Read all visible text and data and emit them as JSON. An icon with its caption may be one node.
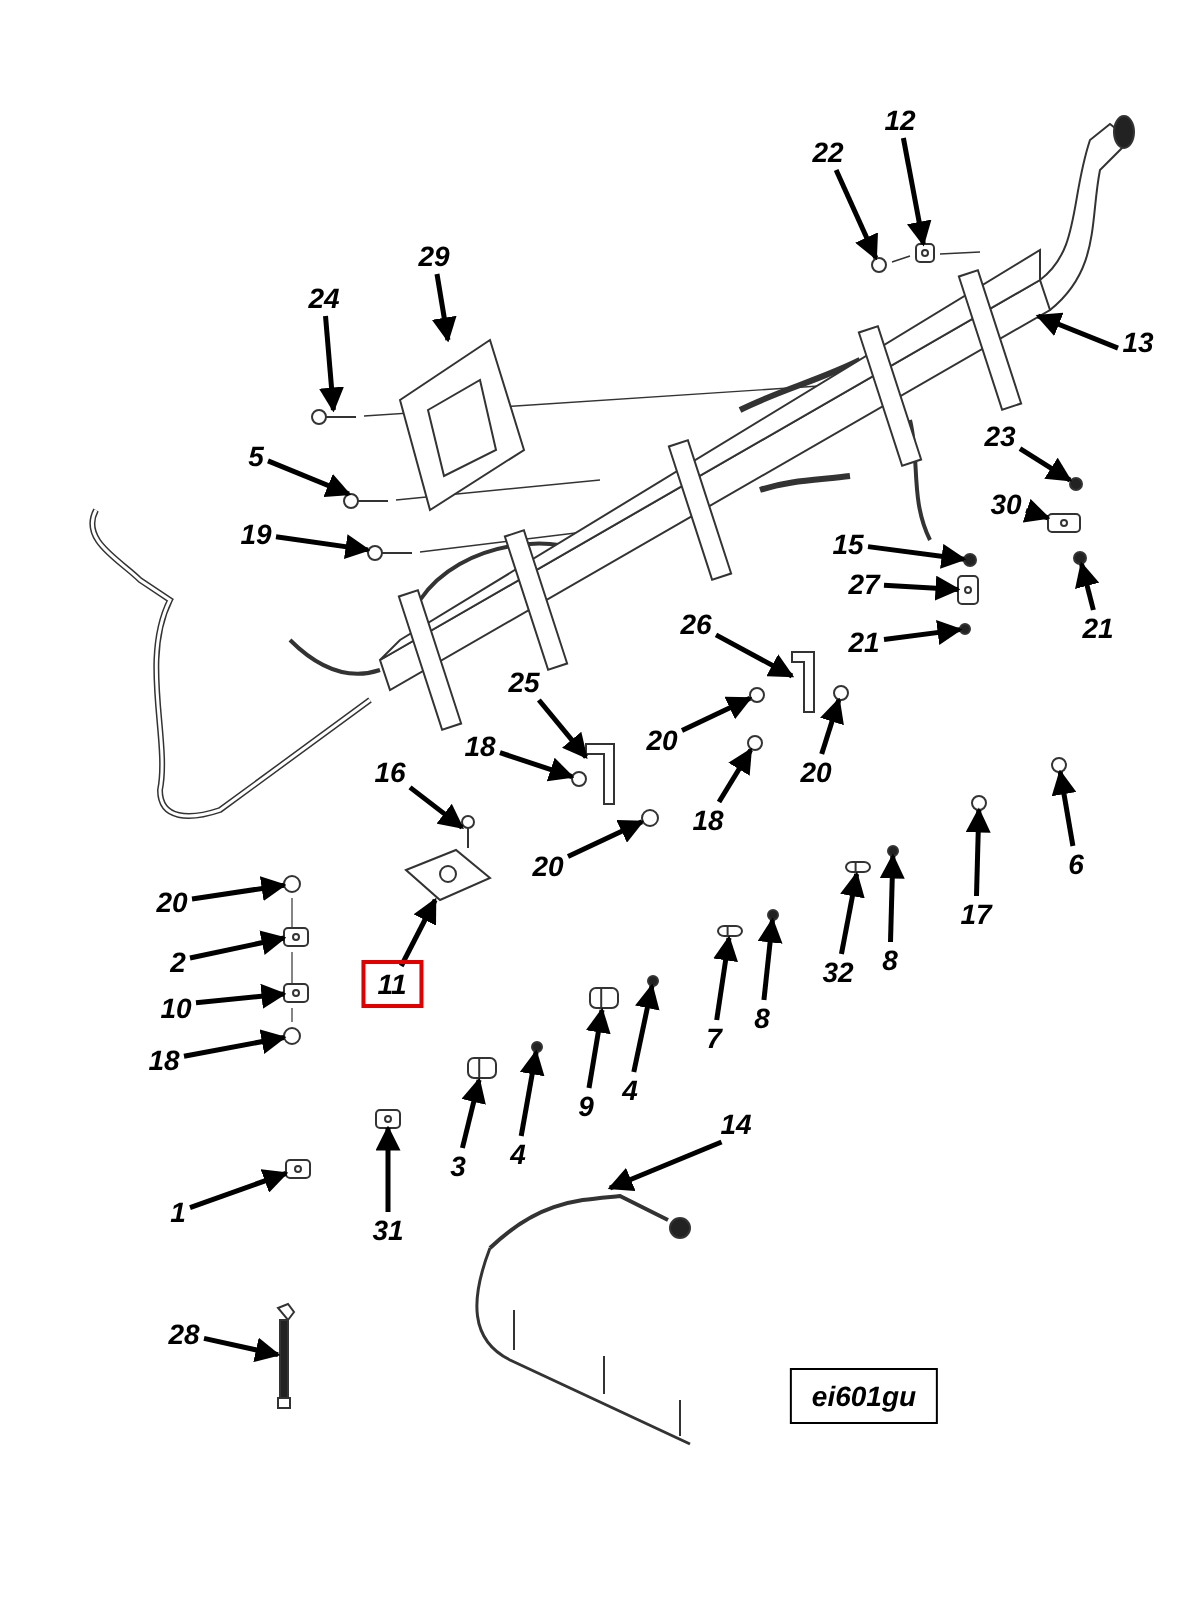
{
  "diagram": {
    "nodes": [
      {
        "text": [
          "12"
        ]
      },
      {
        "text": [
          "22"
        ]
      },
      {
        "text": [
          "13"
        ]
      },
      {
        "text": [
          "29"
        ]
      },
      {
        "text": [
          "24"
        ]
      },
      {
        "text": [
          "5"
        ]
      },
      {
        "text": [
          "19"
        ]
      },
      {
        "text": [
          "23"
        ]
      },
      {
        "text": [
          "30"
        ]
      },
      {
        "text": [
          "15"
        ]
      },
      {
        "text": [
          "27"
        ]
      },
      {
        "text": [
          "21"
        ]
      },
      {
        "text": [
          "21"
        ]
      },
      {
        "text": [
          "26"
        ]
      },
      {
        "text": [
          "25"
        ]
      },
      {
        "text": [
          "20"
        ]
      },
      {
        "text": [
          "20"
        ]
      },
      {
        "text": [
          "18"
        ]
      },
      {
        "text": [
          "18"
        ]
      },
      {
        "text": [
          "20"
        ]
      },
      {
        "text": [
          "16"
        ]
      },
      {
        "text": [
          "11"
        ]
      },
      {
        "text": [
          "20"
        ]
      },
      {
        "text": [
          "2"
        ]
      },
      {
        "text": [
          "10"
        ]
      },
      {
        "text": [
          "18"
        ]
      },
      {
        "text": [
          "6"
        ]
      },
      {
        "text": [
          "17"
        ]
      },
      {
        "text": [
          "32"
        ]
      },
      {
        "text": [
          "8"
        ]
      },
      {
        "text": [
          "7"
        ]
      },
      {
        "text": [
          "8"
        ]
      },
      {
        "text": [
          "9"
        ]
      },
      {
        "text": [
          "4"
        ]
      },
      {
        "text": [
          "3"
        ]
      },
      {
        "text": [
          "4"
        ]
      },
      {
        "text": [
          "31"
        ]
      },
      {
        "text": [
          "1"
        ]
      },
      {
        "text": [
          "14"
        ]
      },
      {
        "text": [
          "28"
        ]
      },
      {
        "text": [
          "ei601gu"
        ]
      },
      {
        "text": [],
        "shape": "picture"
      },
      {
        "text": [],
        "shape": "circle"
      },
      {
        "text": [],
        "shape": "picture"
      },
      {
        "text": [],
        "shape": "picture"
      },
      {
        "text": [],
        "shape": "picture"
      },
      {
        "text": [],
        "shape": "picture"
      },
      {
        "text": [],
        "shape": "picture"
      },
      {
        "text": [],
        "shape": "circle"
      },
      {
        "text": [],
        "shape": "picture"
      },
      {
        "text": [],
        "shape": "circle"
      },
      {
        "text": [],
        "shape": "picture"
      },
      {
        "text": [],
        "shape": "circle"
      },
      {
        "text": [],
        "shape": "circle"
      },
      {
        "text": [],
        "shape": "picture"
      },
      {
        "text": [],
        "shape": "picture"
      },
      {
        "text": [],
        "shape": "circle"
      },
      {
        "text": [],
        "shape": "circle"
      },
      {
        "text": [],
        "shape": "circle"
      },
      {
        "text": [],
        "shape": "circle"
      },
      {
        "text": [],
        "shape": "circle"
      },
      {
        "text": [],
        "shape": "picture"
      },
      {
        "text": [],
        "shape": "picture"
      },
      {
        "text": [],
        "shape": "circle"
      },
      {
        "text": [],
        "shape": "picture"
      },
      {
        "text": [],
        "shape": "picture"
      },
      {
        "text": [],
        "shape": "circle"
      },
      {
        "text": [],
        "shape": "circle"
      },
      {
        "text": [],
        "shape": "circle"
      },
      {
        "text": [],
        "shape": "picture"
      },
      {
        "text": [],
        "shape": "circle"
      },
      {
        "text": [],
        "shape": "picture"
      },
      {
        "text": [],
        "shape": "circle"
      },
      {
        "text": [],
        "shape": "picture"
      },
      {
        "text": [],
        "shape": "circle"
      },
      {
        "text": [],
        "shape": "picture"
      },
      {
        "text": [],
        "shape": "circle"
      },
      {
        "text": [],
        "shape": "picture"
      },
      {
        "text": [],
        "shape": "picture"
      },
      {
        "text": [],
        "shape": "picture"
      },
      {
        "text": [],
        "shape": "picture"
      }
    ],
    "edges": [
      {
        "from": 0,
        "to": 41,
        "arrow": "to"
      },
      {
        "from": 1,
        "to": 42,
        "arrow": "to"
      },
      {
        "from": 2,
        "to": 43,
        "arrow": "to"
      },
      {
        "from": 3,
        "to": 44,
        "arrow": "to"
      },
      {
        "from": 4,
        "to": 45,
        "arrow": "to"
      },
      {
        "from": 5,
        "to": 46,
        "arrow": "to"
      },
      {
        "from": 6,
        "to": 47,
        "arrow": "to"
      },
      {
        "from": 7,
        "to": 48,
        "arrow": "to"
      },
      {
        "from": 8,
        "to": 49,
        "arrow": "to"
      },
      {
        "from": 9,
        "to": 50,
        "arrow": "to"
      },
      {
        "from": 10,
        "to": 51,
        "arrow": "to"
      },
      {
        "from": 11,
        "to": 52,
        "arrow": "to"
      },
      {
        "from": 12,
        "to": 53,
        "arrow": "to"
      },
      {
        "from": 13,
        "to": 54,
        "arrow": "to"
      },
      {
        "from": 14,
        "to": 55,
        "arrow": "to"
      },
      {
        "from": 15,
        "to": 56,
        "arrow": "to"
      },
      {
        "from": 16,
        "to": 57,
        "arrow": "to"
      },
      {
        "from": 17,
        "to": 58,
        "arrow": "to"
      },
      {
        "from": 18,
        "to": 59,
        "arrow": "to"
      },
      {
        "from": 19,
        "to": 60,
        "arrow": "to"
      },
      {
        "from": 20,
        "to": 61,
        "arrow": "to"
      },
      {
        "from": 21,
        "to": 62,
        "arrow": "to"
      },
      {
        "from": 22,
        "to": 63,
        "arrow": "to"
      },
      {
        "from": 23,
        "to": 64,
        "arrow": "to"
      },
      {
        "from": 24,
        "to": 65,
        "arrow": "to"
      },
      {
        "from": 25,
        "to": 66,
        "arrow": "to"
      },
      {
        "from": 26,
        "to": 67,
        "arrow": "to"
      },
      {
        "from": 27,
        "to": 68,
        "arrow": "to"
      },
      {
        "from": 28,
        "to": 69,
        "arrow": "to"
      },
      {
        "from": 29,
        "to": 70,
        "arrow": "to"
      },
      {
        "from": 30,
        "to": 71,
        "arrow": "to"
      },
      {
        "from": 31,
        "to": 72,
        "arrow": "to"
      },
      {
        "from": 32,
        "to": 73,
        "arrow": "to"
      },
      {
        "from": 33,
        "to": 74,
        "arrow": "to"
      },
      {
        "from": 34,
        "to": 75,
        "arrow": "to"
      },
      {
        "from": 35,
        "to": 76,
        "arrow": "to"
      },
      {
        "from": 36,
        "to": 77,
        "arrow": "to"
      },
      {
        "from": 37,
        "to": 78,
        "arrow": "to"
      },
      {
        "from": 38,
        "to": 79,
        "arrow": "to"
      },
      {
        "from": 39,
        "to": 80,
        "arrow": "to"
      }
    ]
  }
}
